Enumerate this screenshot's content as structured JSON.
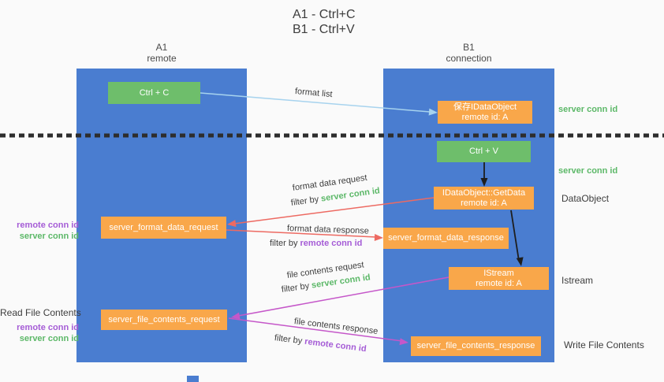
{
  "title": {
    "line1": "A1 - Ctrl+C",
    "line2": "B1 - Ctrl+V"
  },
  "lifelines": {
    "left": {
      "name": "A1",
      "subtitle": "remote"
    },
    "right": {
      "name": "B1",
      "subtitle": "connection"
    }
  },
  "boxes": {
    "ctrl_c": {
      "label": "Ctrl + C"
    },
    "ctrl_v": {
      "label": "Ctrl + V"
    },
    "save_dataobject": {
      "line1": "保存IDataObject",
      "line2": "remote id: A"
    },
    "getdata": {
      "line1": "IDataObject::GetData",
      "line2": "remote id: A"
    },
    "istream": {
      "line1": "IStream",
      "line2": "remote id: A"
    },
    "format_request": {
      "label": "server_format_data_request"
    },
    "format_response": {
      "label": "server_format_data_response"
    },
    "file_request": {
      "label": "server_file_contents_request"
    },
    "file_response": {
      "label": "server_file_contents_response"
    }
  },
  "side_labels": {
    "server_conn_id_top": "server conn id",
    "server_conn_id_mid": "server conn id",
    "dataobject": "DataObject",
    "istream": "Istream",
    "write_file_contents": "Write File Contents",
    "read_file_contents": "Read File Contents",
    "left_group1": {
      "remote": "remote conn id",
      "server": "server conn id"
    },
    "left_group2": {
      "remote": "remote conn id",
      "server": "server conn id"
    }
  },
  "arrows": {
    "format_list": {
      "label": "format list"
    },
    "format_request": {
      "label": "format data request",
      "filter_prefix": "filter by ",
      "filter_value": "server conn id"
    },
    "format_response": {
      "label": "format data response",
      "filter_prefix": "filter by ",
      "filter_value": "remote conn id"
    },
    "file_request": {
      "label": "file contents request",
      "filter_prefix": "filter by ",
      "filter_value": "server conn id"
    },
    "file_response": {
      "label": "file contents response",
      "filter_prefix": "filter by ",
      "filter_value": "remote conn id"
    }
  },
  "colors": {
    "bg": "#fafafa",
    "lifeline-blue": "#4a7dd0",
    "box-green": "#6ebe6b",
    "box-orange": "#f9a74a",
    "text-green": "#5cb868",
    "text-purple": "#a55cd6",
    "arrow-red": "#ed6a62",
    "arrow-magenta": "#c557c9",
    "arrow-lightblue": "#a7d3ee",
    "arrow-black": "#1e1e1e",
    "text-dark": "#3d3d3d"
  }
}
